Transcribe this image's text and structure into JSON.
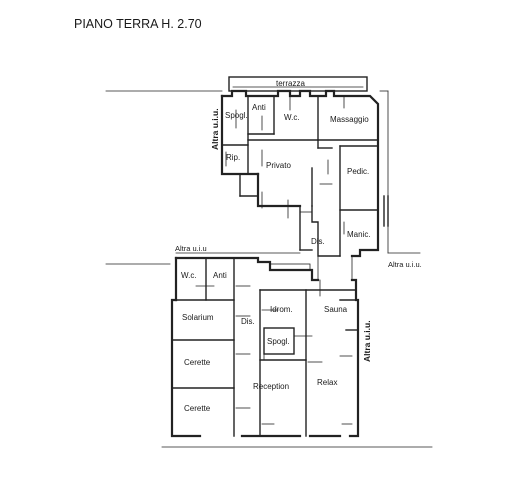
{
  "title": "PIANO TERRA H. 2.70",
  "labels": {
    "terrazza": "terrazza",
    "altra_left_top": "Altra u.i.u.",
    "altra_mid_left": "Altra u.i.u",
    "altra_mid_right": "Altra u.i.u.",
    "altra_right_vertical": "Altra u.i.u.",
    "spogl_top": "Spogl.",
    "anti_top": "Anti",
    "wc_top": "W.c.",
    "massaggio": "Massaggio",
    "rip": "Rip.",
    "privato": "Privato",
    "pedic": "Pedic.",
    "manic": "Manic.",
    "dis_top": "Dis.",
    "wc_bottom": "W.c.",
    "anti_bottom": "Anti",
    "solarium": "Solarium",
    "dis_bottom": "Dis.",
    "cerette_1": "Cerette",
    "cerette_2": "Cerette",
    "idrom": "Idrom.",
    "sauna": "Sauna",
    "spogl_bottom": "Spogl.",
    "reception": "Reception",
    "relax": "Relax"
  }
}
